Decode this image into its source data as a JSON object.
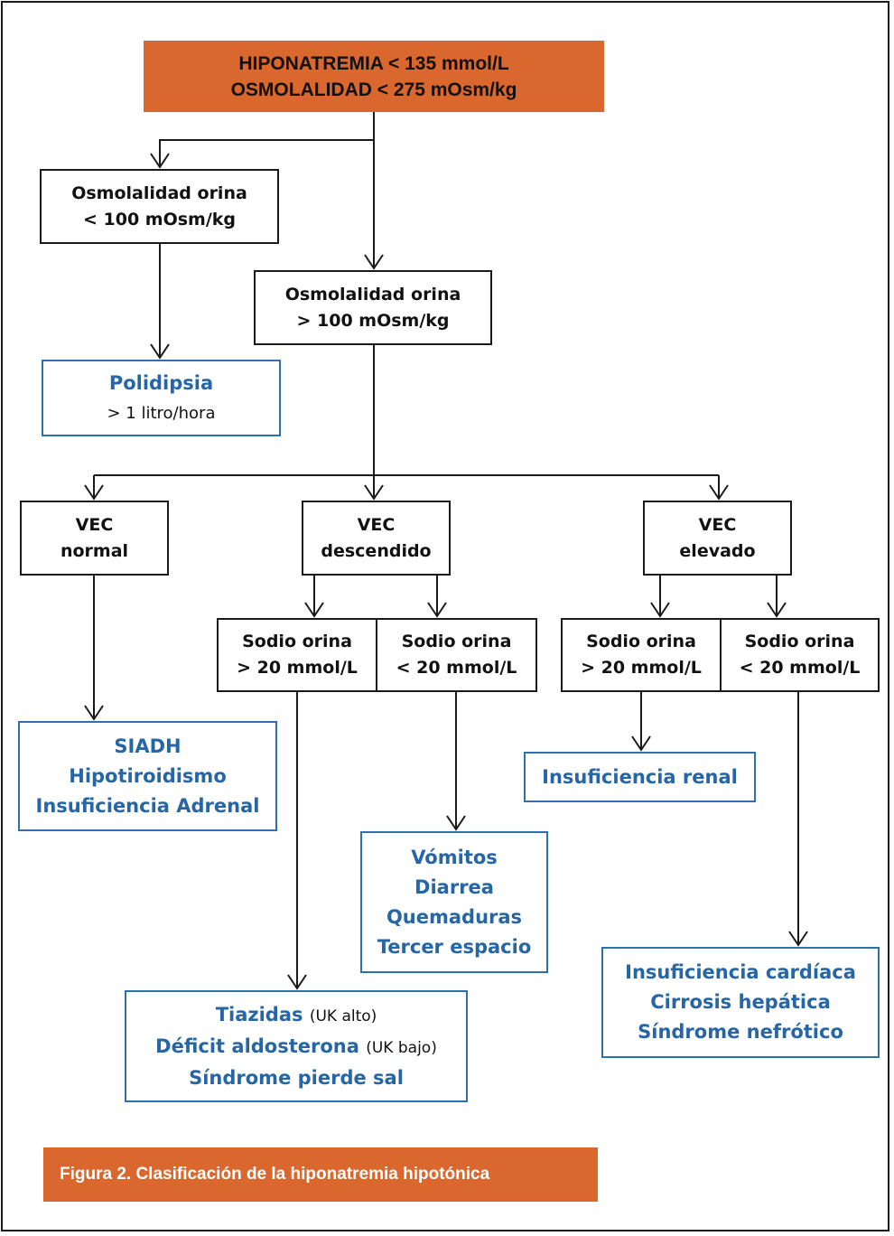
{
  "top": {
    "line1": "HIPONATREMIA < 135 mmol/L",
    "line2": "OSMOLALIDAD < 275 mOsm/kg"
  },
  "uosm_low": {
    "line1": "Osmolalidad orina",
    "line2": "< 100 mOsm/kg"
  },
  "uosm_high": {
    "line1": "Osmolalidad orina",
    "line2": "> 100 mOsm/kg"
  },
  "polidipsia": {
    "title": "Polidipsia",
    "detail": "> 1 litro/hora"
  },
  "vec_normal": {
    "line1": "VEC",
    "line2": "normal"
  },
  "vec_desc": {
    "line1": "VEC",
    "line2": "descendido"
  },
  "vec_elev": {
    "line1": "VEC",
    "line2": "elevado"
  },
  "na_desc_high": {
    "line1": "Sodio orina",
    "line2": "> 20 mmol/L"
  },
  "na_desc_low": {
    "line1": "Sodio orina",
    "line2": "< 20 mmol/L"
  },
  "na_elev_high": {
    "line1": "Sodio orina",
    "line2": "> 20 mmol/L"
  },
  "na_elev_low": {
    "line1": "Sodio orina",
    "line2": "< 20 mmol/L"
  },
  "siadh": {
    "items": [
      "SIADH",
      "Hipotiroidismo",
      "Insuficiencia Adrenal"
    ]
  },
  "renal": {
    "title": "Insuficiencia renal"
  },
  "vomitos": {
    "items": [
      "Vómitos",
      "Diarrea",
      "Quemaduras",
      "Tercer espacio"
    ]
  },
  "tiazidas": {
    "item1": "Tiazidas",
    "note1": "(UK alto)",
    "item2": "Déficit aldosterona",
    "note2": "(UK bajo)",
    "item3": "Síndrome pierde sal"
  },
  "cardiaca": {
    "items": [
      "Insuficiencia cardíaca",
      "Cirrosis hepática",
      "Síndrome nefrótico"
    ]
  },
  "caption": "Figura 2. Clasificación de la hiponatremia hipotónica"
}
